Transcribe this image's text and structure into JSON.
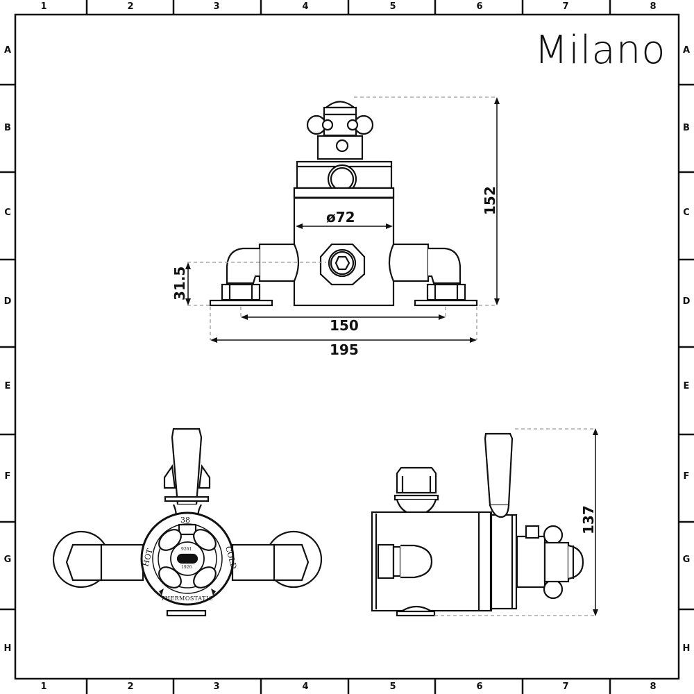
{
  "brand": {
    "name": "Milano"
  },
  "grid": {
    "columns": [
      "1",
      "2",
      "3",
      "4",
      "5",
      "6",
      "7",
      "8"
    ],
    "rows": [
      "A",
      "B",
      "C",
      "D",
      "E",
      "F",
      "G",
      "H"
    ]
  },
  "front_view": {
    "dimensions": {
      "height": "152",
      "body_diameter": "ø72",
      "inlet_height": "31.5",
      "inlet_centres": "150",
      "overall_width": "195"
    }
  },
  "face_view": {
    "dial_labels": {
      "temperature": "38",
      "hot": "HOT",
      "cold": "COLD",
      "ring_text": "THERMOSTATIC",
      "centre_top": "9261",
      "centre_bottom": "1926"
    }
  },
  "side_view": {
    "dimensions": {
      "depth": "137"
    }
  },
  "colors": {
    "line": "#111111",
    "dash": "#aaaaaa",
    "background": "#ffffff"
  }
}
